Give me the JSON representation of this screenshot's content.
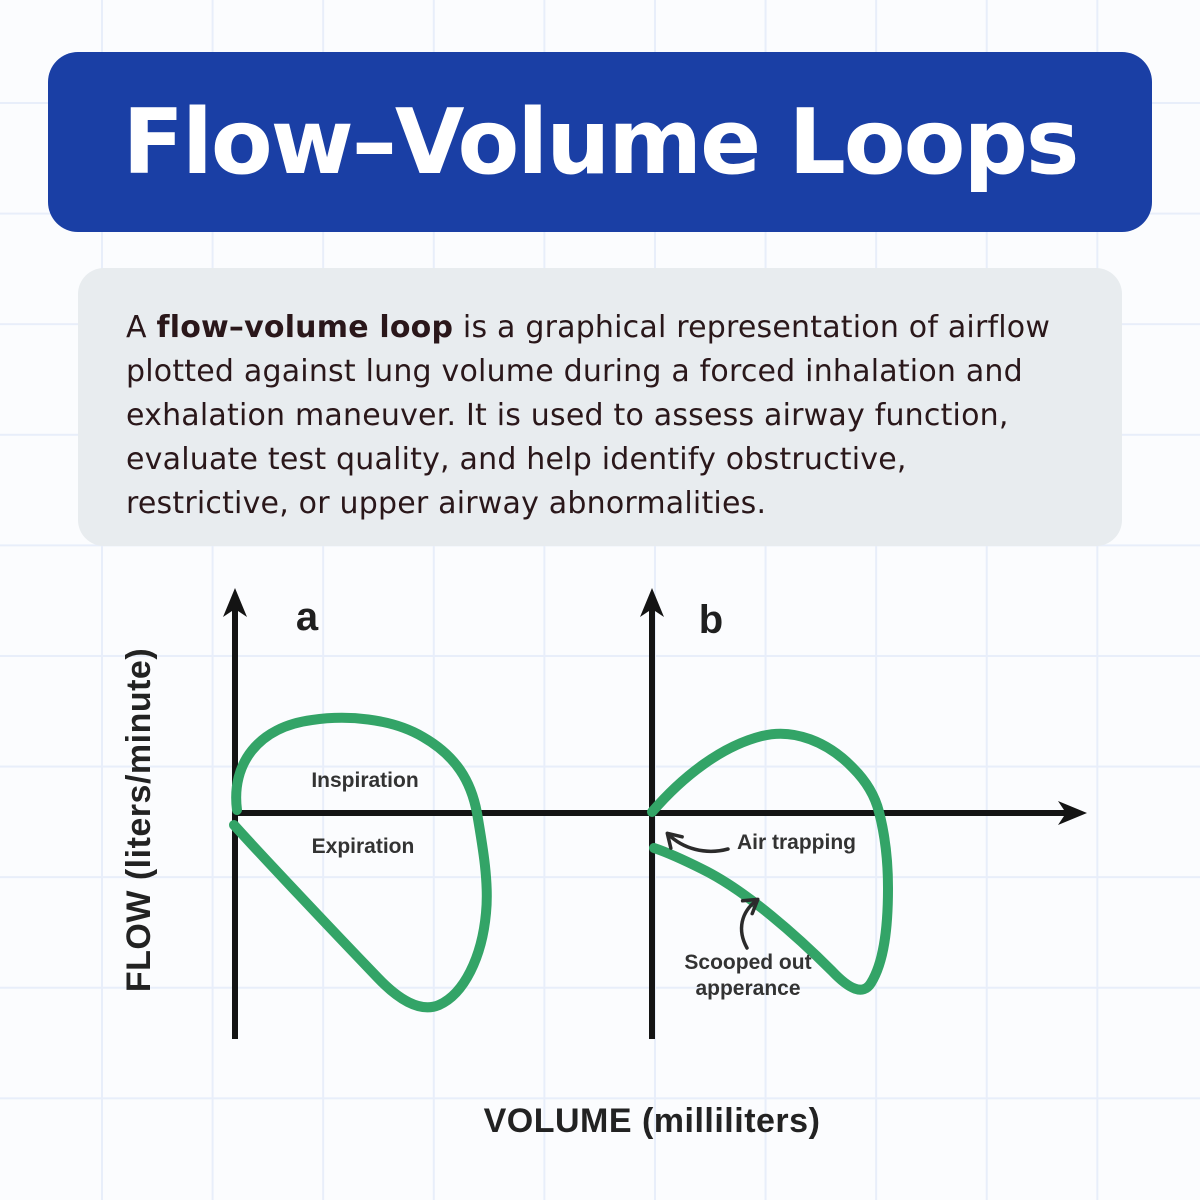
{
  "header": {
    "title": "Flow–Volume Loops",
    "bg_color": "#1a3fa5",
    "text_color": "#ffffff"
  },
  "intro": {
    "prefix": "A ",
    "term": "flow–volume loop",
    "body": " is a graphical representation of airflow plotted against lung volume during a forced inhalation and exhalation maneuver. It is used to assess airway function, evaluate test quality, and help identify obstructive, restrictive, or upper airway abnormalities.",
    "bg_color": "#e8ecef",
    "text_color": "#2a171a"
  },
  "diagram": {
    "y_axis_label": "FLOW (liters/minute)",
    "x_axis_label": "VOLUME (milliliters)",
    "loop_color": "#33a467",
    "axis_color": "#141414",
    "panel_a": {
      "letter": "a",
      "inspiration_label": "Inspiration",
      "expiration_label": "Expiration"
    },
    "panel_b": {
      "letter": "b",
      "air_trapping_label": "Air trapping",
      "scooped_label_line1": "Scooped out",
      "scooped_label_line2": "apperance"
    }
  }
}
